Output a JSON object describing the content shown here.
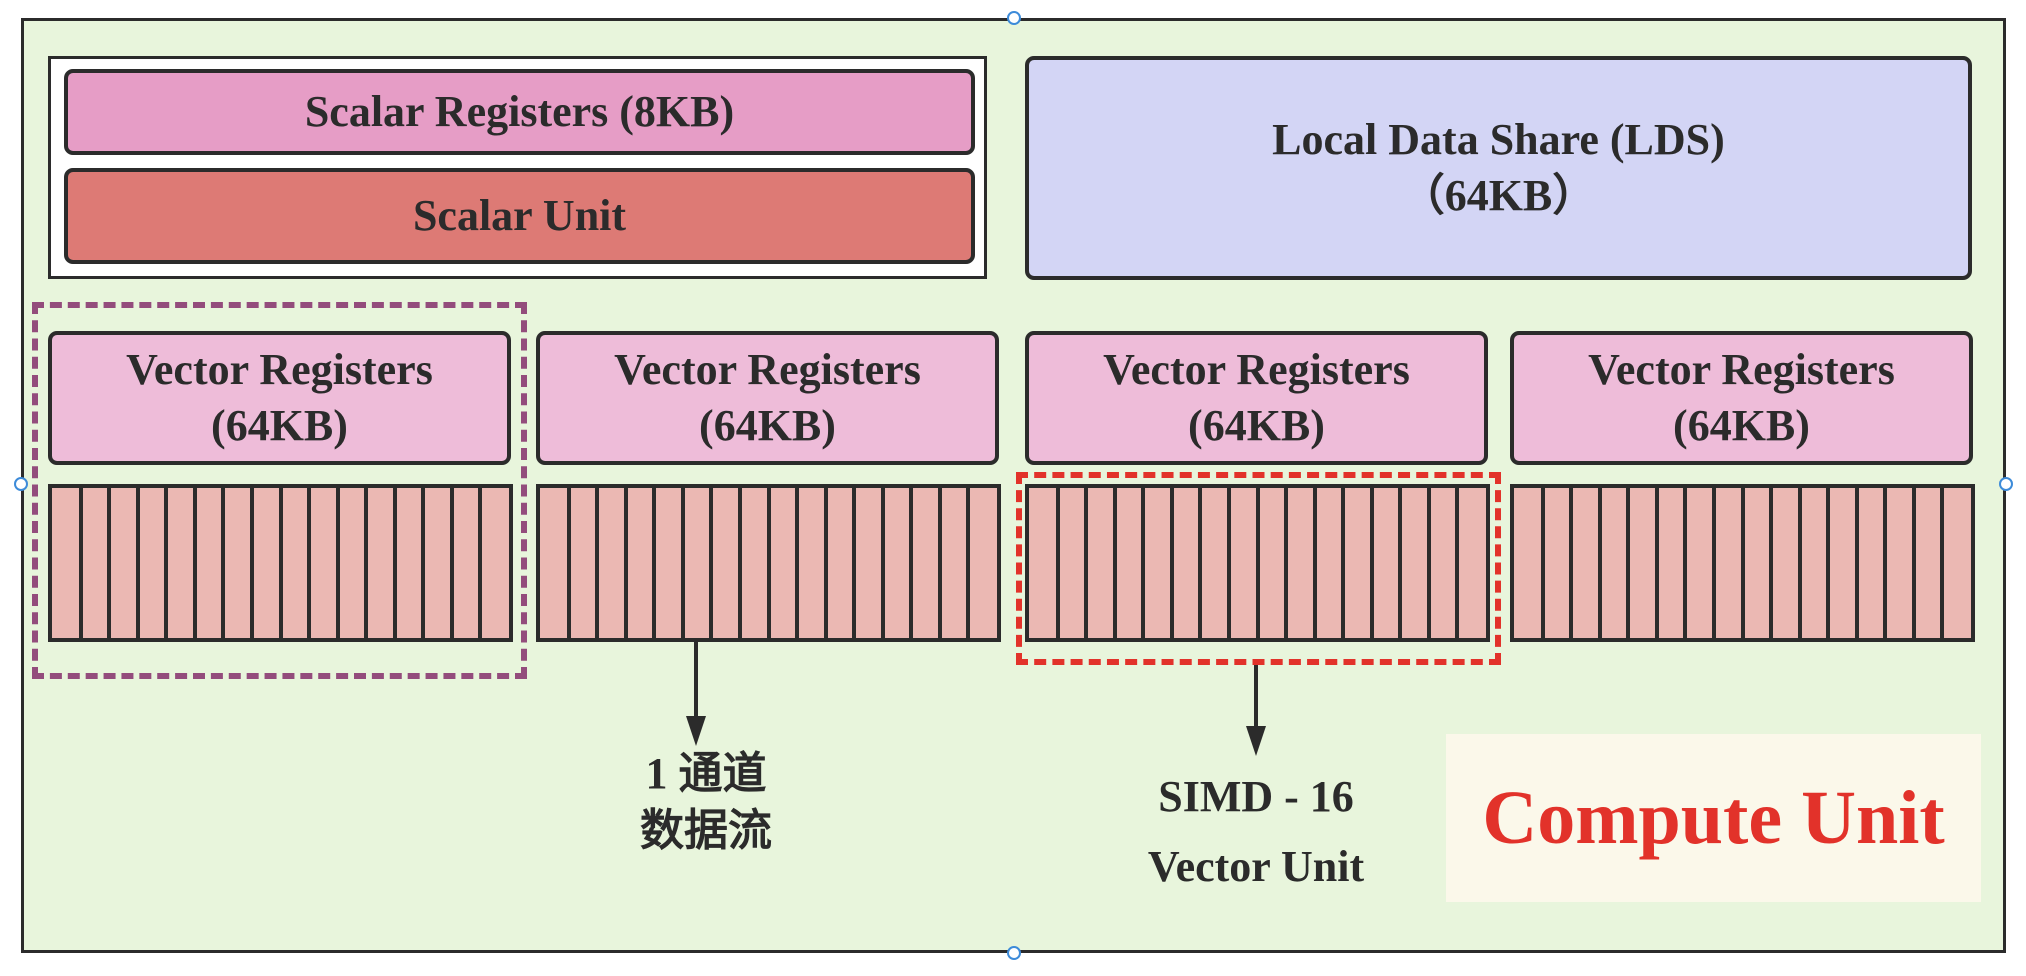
{
  "diagram": {
    "scalar_registers": "Scalar Registers (8KB)",
    "scalar_unit": "Scalar Unit",
    "lds_line1": "Local Data Share (LDS)",
    "lds_line2": "（64KB）",
    "vector_registers": [
      {
        "line1": "Vector Registers",
        "line2": "(64KB)"
      },
      {
        "line1": "Vector Registers",
        "line2": "(64KB)"
      },
      {
        "line1": "Vector Registers",
        "line2": "(64KB)"
      },
      {
        "line1": "Vector Registers",
        "line2": "(64KB)"
      }
    ],
    "lanes_per_simd": 16,
    "lane_label_line1": "1 通道",
    "lane_label_line2": "数据流",
    "simd_label_line1": "SIMD - 16",
    "simd_label_line2": "Vector Unit",
    "title": "Compute Unit"
  },
  "colors": {
    "background": "#e8f5dc",
    "scalar_registers": "#e69dc6",
    "scalar_unit": "#dd7a75",
    "lds": "#d3d5f5",
    "vector_registers": "#eebcd9",
    "simd_lane": "#ebb8b3",
    "highlight_purple": "#934c7c",
    "highlight_red": "#e2322a"
  }
}
